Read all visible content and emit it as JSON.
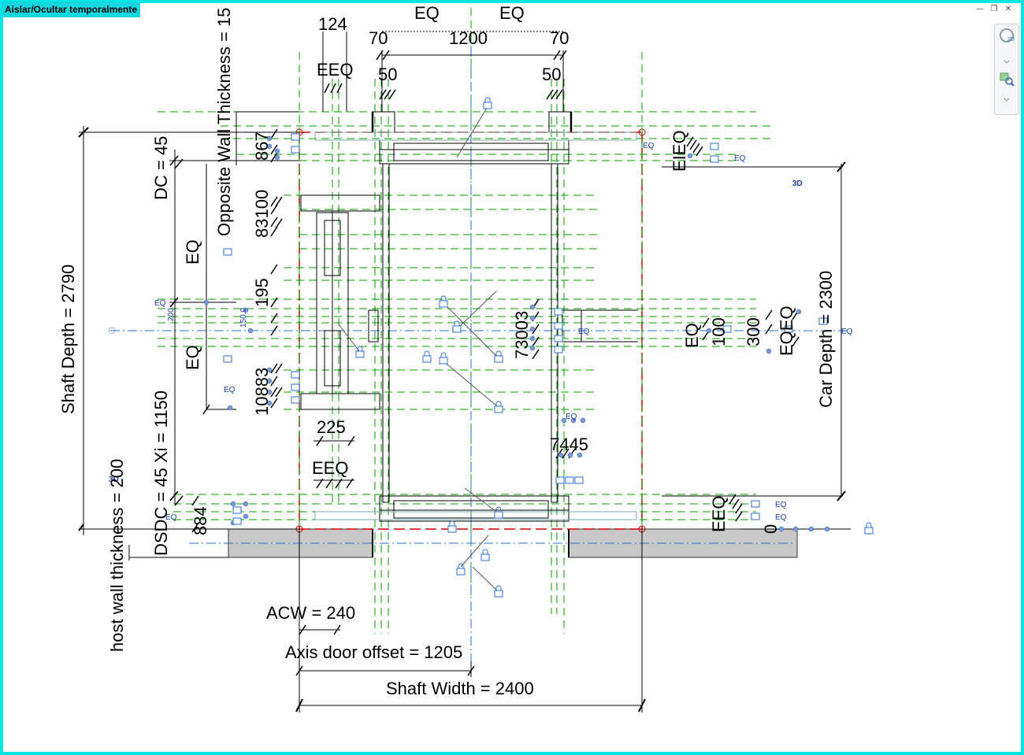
{
  "window": {
    "mode_label": "Aislar/Ocultar temporalmente",
    "controls": [
      "minimize",
      "restore",
      "close"
    ]
  },
  "nav_bar": {
    "items": [
      "steering-wheel-2d",
      "zoom-region"
    ]
  },
  "colors": {
    "frame": "#00e5e5",
    "mode_label_bg": "#16d7df",
    "reference_plane": "#00a000",
    "red_line": "#d40000",
    "constraint_blue": "#1a3fb0",
    "lock_blue": "#2a6fd6",
    "wall_fill": "#c8c8c8"
  },
  "dimensions": {
    "top_124": "124",
    "top_eq_left": "EQ",
    "top_eq_right": "EQ",
    "top_70_left": "70",
    "top_1200": "1200",
    "top_70_right": "70",
    "eeq_top": "EEQ",
    "fifty_left": "50",
    "fifty_right": "50",
    "opposite_wall": "Opposite Wall Thickness = 15",
    "dc_45": "DC = 45",
    "d867": "867",
    "d8100": "83100",
    "eq_left_upper": "EQ",
    "d195": "195",
    "eq_left_lower": "EQ",
    "d10883": "10883",
    "shaft_depth": "Shaft Depth = 2790",
    "dsdc_xi": "DSDC = 45 Xi = 1150",
    "d884": "884",
    "d225": "225",
    "eeq_bottom": "EEQ",
    "host_wall": "host wall thickness = 200",
    "acw": "ACW = 240",
    "axis_door": "Axis door offset = 1205",
    "shaft_width": "Shaft Width = 2400",
    "d73003": "73003",
    "d7445": "7445",
    "eleq_right": "EIEQ",
    "eq_car": "EQ",
    "d100": "100",
    "d300": "300",
    "eqeq_right": "EQEQ",
    "car_depth": "Car Depth = 2300",
    "eeq_right_bottom": "EEQ",
    "zero": "0",
    "tag_3d_a": "3D",
    "tag_3d_b": "3D",
    "tag_200": "200",
    "tag_150": "150.0",
    "tag_eq_small": "EQ"
  }
}
